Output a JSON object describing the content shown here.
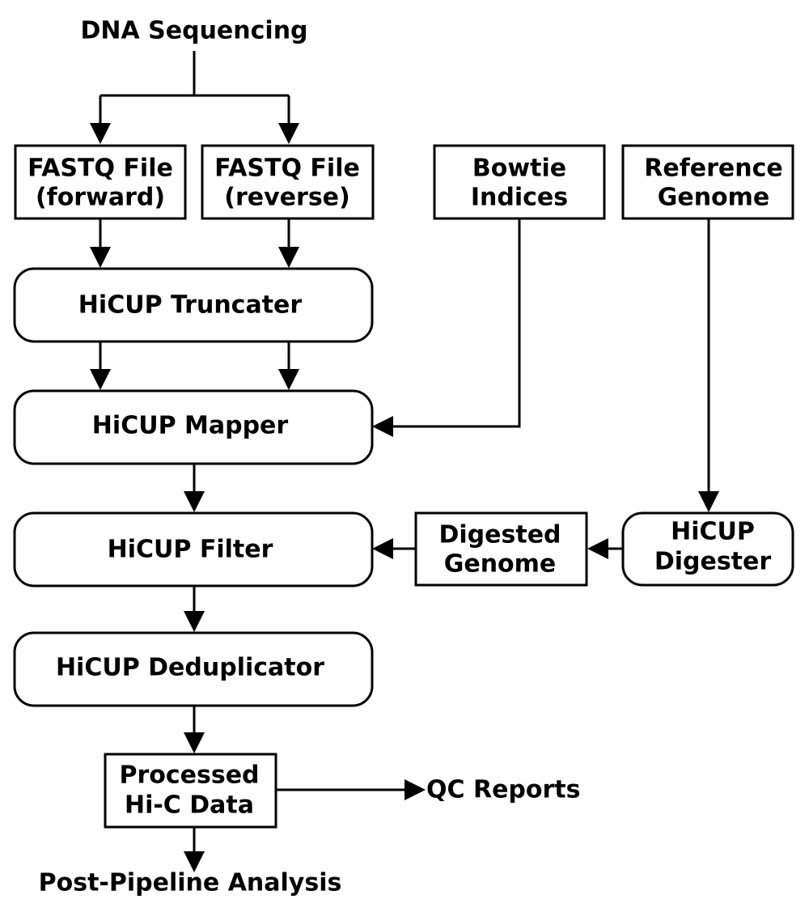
{
  "source": {
    "label": "DNA Sequencing"
  },
  "fastq_forward": {
    "line1": "FASTQ File",
    "line2": "(forward)"
  },
  "fastq_reverse": {
    "line1": "FASTQ File",
    "line2": "(reverse)"
  },
  "bowtie_indices": {
    "line1": "Bowtie",
    "line2": "Indices"
  },
  "reference_genome": {
    "line1": "Reference",
    "line2": "Genome"
  },
  "truncater": {
    "label": "HiCUP Truncater"
  },
  "mapper": {
    "label": "HiCUP Mapper"
  },
  "filter": {
    "label": "HiCUP Filter"
  },
  "digested_genome": {
    "line1": "Digested",
    "line2": "Genome"
  },
  "digester": {
    "line1": "HiCUP",
    "line2": "Digester"
  },
  "deduplicator": {
    "label": "HiCUP Deduplicator"
  },
  "processed_data": {
    "line1": "Processed",
    "line2": "Hi-C Data"
  },
  "qc_reports": {
    "label": "QC Reports"
  },
  "post_pipeline": {
    "label": "Post-Pipeline Analysis"
  }
}
